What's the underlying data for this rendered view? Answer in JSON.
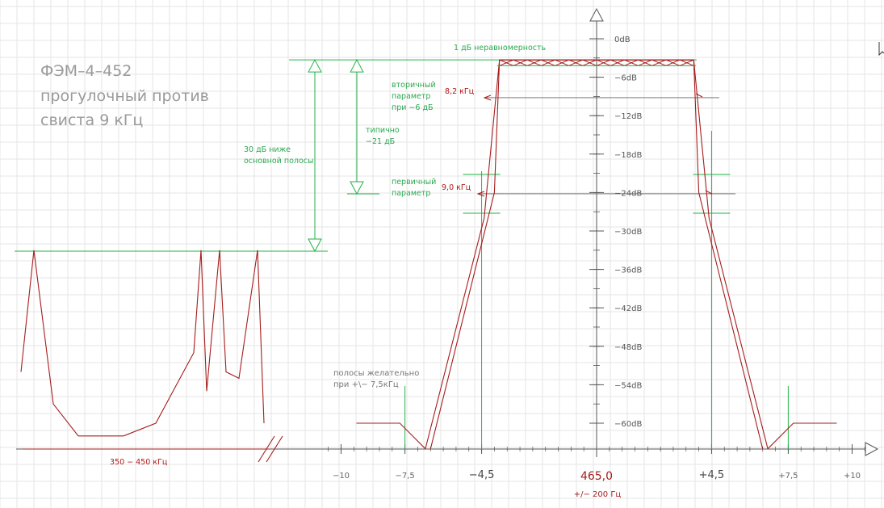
{
  "chart_data": {
    "type": "line",
    "title_lines": [
      "ФЭМ–4–452",
      "прогулочный против",
      "свиста 9 кГц"
    ],
    "colors": {
      "response": "#a61c1c",
      "annotation": "#25b24a",
      "axis": "#555555",
      "grid": "#e6e6e6",
      "text_gray": "#8a8a8a"
    },
    "x_ticks": [
      {
        "value": -10,
        "label": "−10"
      },
      {
        "value": -7.5,
        "label": "−7,5"
      },
      {
        "value": -4.5,
        "label": "−4,5"
      },
      {
        "value": 0,
        "label": "465,0"
      },
      {
        "value": 4.5,
        "label": "+4,5"
      },
      {
        "value": 7.5,
        "label": "+7,5"
      },
      {
        "value": 10,
        "label": "+10"
      }
    ],
    "center_subtitle": "+/− 200 Гц",
    "y_ticks": [
      {
        "value": 0,
        "label": "0dB"
      },
      {
        "value": -6,
        "label": "−6dB"
      },
      {
        "value": -12,
        "label": "−12dB"
      },
      {
        "value": -18,
        "label": "−18dB"
      },
      {
        "value": -24,
        "label": "−24dB"
      },
      {
        "value": -30,
        "label": "−30dB"
      },
      {
        "value": -36,
        "label": "−36dB"
      },
      {
        "value": -42,
        "label": "−42dB"
      },
      {
        "value": -48,
        "label": "−48dB"
      },
      {
        "value": -54,
        "label": "−54dB"
      },
      {
        "value": -60,
        "label": "−60dB"
      }
    ],
    "series": [
      {
        "values_x": [
          -9.4,
          -7.7,
          -6.7,
          -4.4,
          -3.8,
          3.8,
          4.4,
          6.7,
          7.7,
          9.4
        ],
        "values_y": [
          -60,
          -60,
          -64,
          -28,
          -3.3,
          -3.3,
          -28,
          -64,
          -60,
          -60
        ]
      },
      {
        "values_x": [
          -6.5,
          -4.0,
          -3.8,
          3.8,
          4.0,
          6.5
        ],
        "values_y": [
          -64,
          -24,
          -3.3,
          -3.3,
          -24,
          -64
        ]
      }
    ],
    "ripple": {
      "x_start": -3.8,
      "x_end": 3.8,
      "y_top": -3.3,
      "y_bottom": -4.2,
      "label": "1 дБ неравномерность"
    },
    "markers": [
      {
        "label": "8,2 кГц",
        "y": -9.2
      },
      {
        "label": "9,0 кГц",
        "y": -24.2
      }
    ],
    "annotations": {
      "secondary": [
        "вторичный",
        "параметр",
        "при −6 дБ"
      ],
      "typical": [
        "типично",
        "−21 дБ"
      ],
      "primary": [
        "первичный",
        "параметр"
      ],
      "below_passband": [
        "30 дБ ниже",
        "основной полосы"
      ],
      "desirable": [
        "полосы желательно",
        "при +\\− 7,5кГц"
      ]
    },
    "spurious": {
      "label": "350 − 450 кГц",
      "values_y": [
        -52,
        -33,
        -57,
        -62,
        -62,
        -60,
        -49,
        -33,
        -55,
        -33,
        -52,
        -53,
        -33,
        -60
      ]
    }
  }
}
